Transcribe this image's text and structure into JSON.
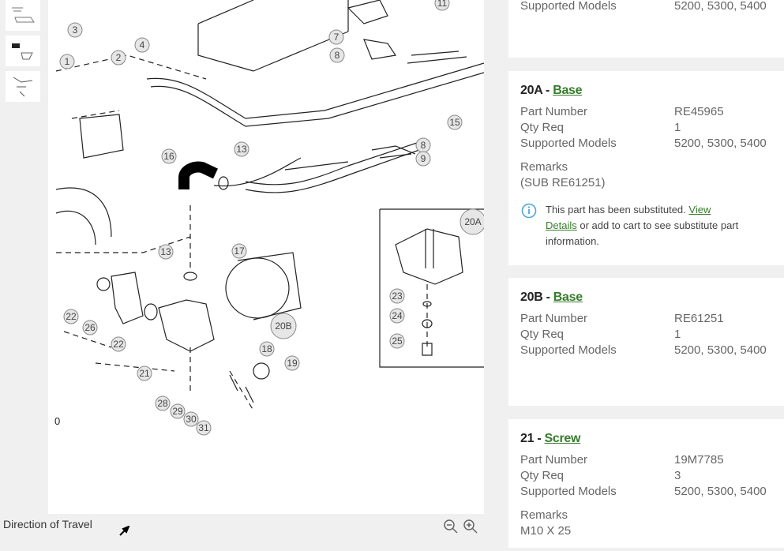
{
  "diagram": {
    "callouts": [
      "1",
      "2",
      "3",
      "4",
      "7",
      "8",
      "11",
      "15",
      "16",
      "13",
      "8",
      "9",
      "13",
      "17",
      "20B",
      "18",
      "19",
      "22",
      "26",
      "22",
      "21",
      "28",
      "29",
      "30",
      "31",
      "20A",
      "23",
      "24",
      "25"
    ],
    "corner_label": "0"
  },
  "footer": {
    "direction_label": "Direction of Travel",
    "zoom_out": "zoom-out",
    "zoom_in": "zoom-in"
  },
  "parts": [
    {
      "title_num": "",
      "title_name": "",
      "rows": [
        {
          "k": "Supported Models",
          "v": "5200, 5300, 5400"
        }
      ]
    },
    {
      "title_num": "20A - ",
      "title_name": "Base",
      "rows": [
        {
          "k": "Part Number",
          "v": "RE45965"
        },
        {
          "k": "Qty Req",
          "v": "1"
        },
        {
          "k": "Supported Models",
          "v": "5200, 5300, 5400"
        }
      ],
      "remarks_label": "Remarks",
      "remarks": "(SUB RE61251)",
      "note": {
        "text1": "This part has been substituted. ",
        "link1": "View",
        "link2": "Details",
        "text2": " or add to cart to see substitute part information."
      }
    },
    {
      "title_num": "20B - ",
      "title_name": "Base",
      "rows": [
        {
          "k": "Part Number",
          "v": "RE61251"
        },
        {
          "k": "Qty Req",
          "v": "1"
        },
        {
          "k": "Supported Models",
          "v": "5200, 5300, 5400"
        }
      ]
    },
    {
      "title_num": "21 - ",
      "title_name": "Screw",
      "rows": [
        {
          "k": "Part Number",
          "v": "19M7785"
        },
        {
          "k": "Qty Req",
          "v": "3"
        },
        {
          "k": "Supported Models",
          "v": "5200, 5300, 5400"
        }
      ],
      "remarks_label": "Remarks",
      "remarks": "M10 X 25"
    }
  ],
  "colors": {
    "link": "#367c2b",
    "info": "#4aa8d8"
  }
}
